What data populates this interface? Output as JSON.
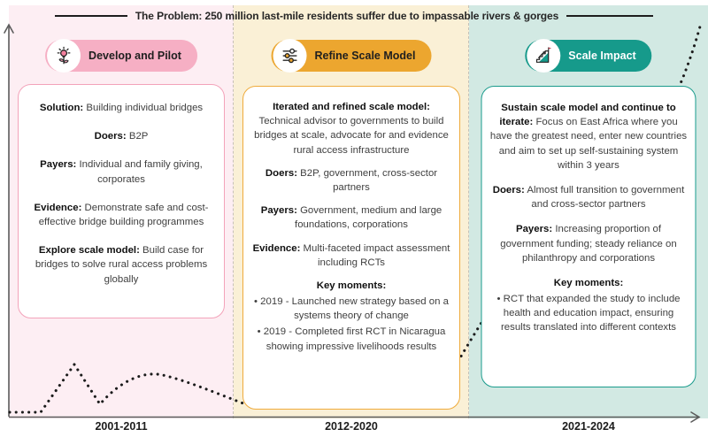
{
  "title": "The Problem: 250 million last-mile residents suffer due to impassable rivers & gorges",
  "colors": {
    "pink_accent": "#f6afc4",
    "pink_bg": "#fdeef3",
    "orange_accent": "#eca62f",
    "yellow_bg": "#faf0d6",
    "teal_accent": "#169a8b",
    "teal_bg": "#d2e9e3",
    "curve": "#1b1b1b",
    "axis": "#5c5c5c"
  },
  "phases": [
    {
      "pill": "Develop and Pilot",
      "icon": "idea-sprout-icon",
      "years": "2001-2011",
      "card": [
        {
          "label": "Solution:",
          "text": " Building individual bridges"
        },
        {
          "label": "Doers:",
          "text": " B2P"
        },
        {
          "label": "Payers:",
          "text": " Individual and family giving, corporates"
        },
        {
          "label": "Evidence:",
          "text": " Demonstrate safe and cost-effective bridge building programmes"
        },
        {
          "label": "Explore scale model:",
          "text": " Build case for bridges to solve rural access problems globally"
        }
      ]
    },
    {
      "pill": "Refine Scale Model",
      "icon": "sliders-icon",
      "years": "2012-2020",
      "card": [
        {
          "label": "Iterated and refined scale model:",
          "text": " Technical advisor to governments to build bridges at scale, advocate for and evidence rural access infrastructure"
        },
        {
          "label": "Doers:",
          "text": " B2P, government, cross-sector partners"
        },
        {
          "label": "Payers:",
          "text": " Government, medium and large foundations, corporations"
        },
        {
          "label": "Evidence:",
          "text": " Multi-faceted impact assessment including RCTs"
        },
        {
          "label": "Key moments:",
          "text": ""
        },
        {
          "label": "",
          "text": "•  2019 - Launched new strategy based on a systems theory of change"
        },
        {
          "label": "",
          "text": "•  2019 - Completed first RCT in Nicaragua showing impressive livelihoods results"
        }
      ]
    },
    {
      "pill": "Scale Impact",
      "icon": "stairs-flag-icon",
      "years": "2021-2024",
      "card": [
        {
          "label": "Sustain scale model and continue to iterate:",
          "text": " Focus on East Africa where you have the greatest need, enter new countries and aim to set up self-sustaining system within 3 years"
        },
        {
          "label": "Doers:",
          "text": " Almost full transition to government and cross-sector partners"
        },
        {
          "label": "Payers:",
          "text": " Increasing proportion of government funding; steady reliance on philanthropy and corporations"
        },
        {
          "label": "Key moments:",
          "text": ""
        },
        {
          "label": "",
          "text": "• RCT that expanded the study to include health and education impact, ensuring results translated into different contexts"
        }
      ]
    }
  ]
}
